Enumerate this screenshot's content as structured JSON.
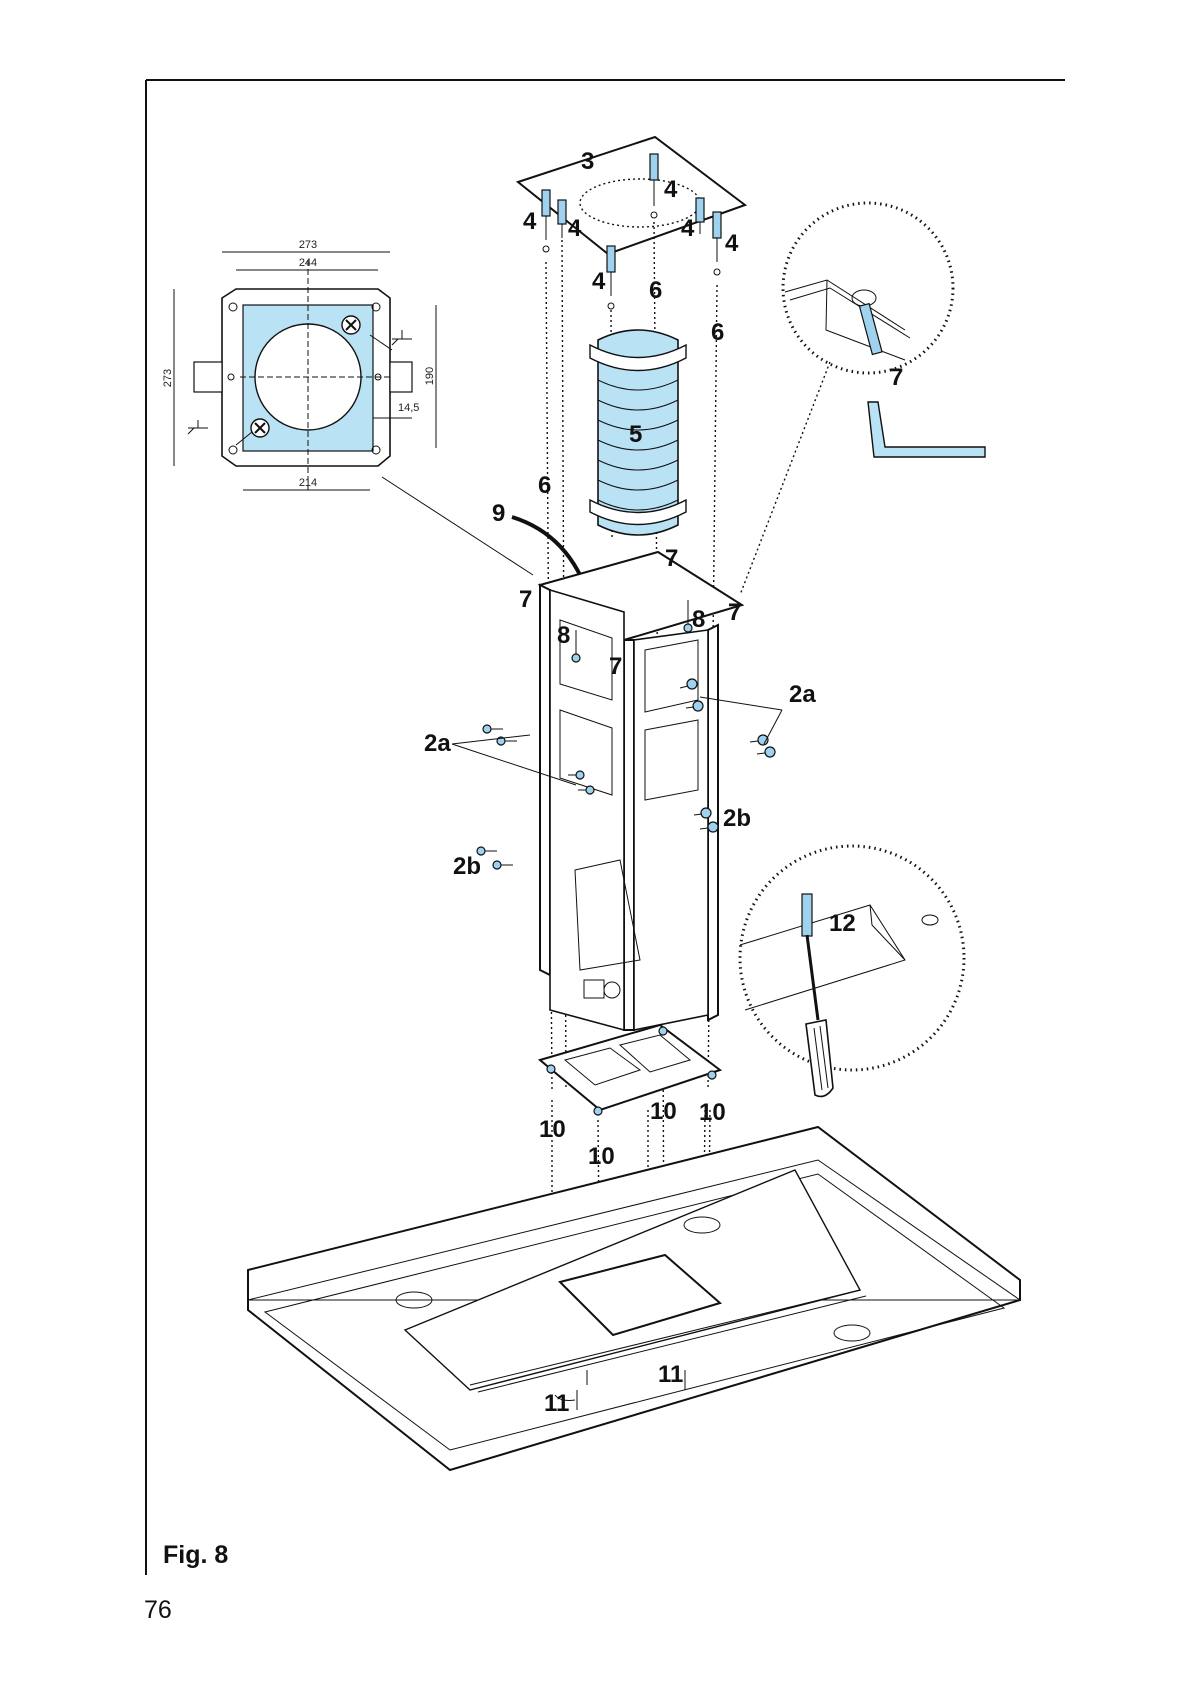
{
  "figure": {
    "caption": "Fig. 8",
    "page_number": "76"
  },
  "template": {
    "dims": [
      "273",
      "244",
      "273",
      "190",
      "14,5",
      "214"
    ]
  },
  "callouts": {
    "c2a_left": "2a",
    "c2a_right": "2a",
    "c2b_left": "2b",
    "c2b_right": "2b",
    "c3": "3",
    "c4_a": "4",
    "c4_b": "4",
    "c4_c": "4",
    "c4_d": "4",
    "c4_e": "4",
    "c4_f": "4",
    "c5": "5",
    "c6_a": "6",
    "c6_b": "6",
    "c6_c": "6",
    "c7_a": "7",
    "c7_b": "7",
    "c7_c": "7",
    "c7_d": "7",
    "c7_e": "7",
    "c8_a": "8",
    "c8_b": "8",
    "c9": "9",
    "c10_a": "10",
    "c10_b": "10",
    "c10_c": "10",
    "c10_d": "10",
    "c11_a": "11",
    "c11_b": "11",
    "c12": "12"
  },
  "colors": {
    "template_fill": "#b9e2f5",
    "hardware_fill": "#9fd2ee",
    "line": "#111111"
  }
}
